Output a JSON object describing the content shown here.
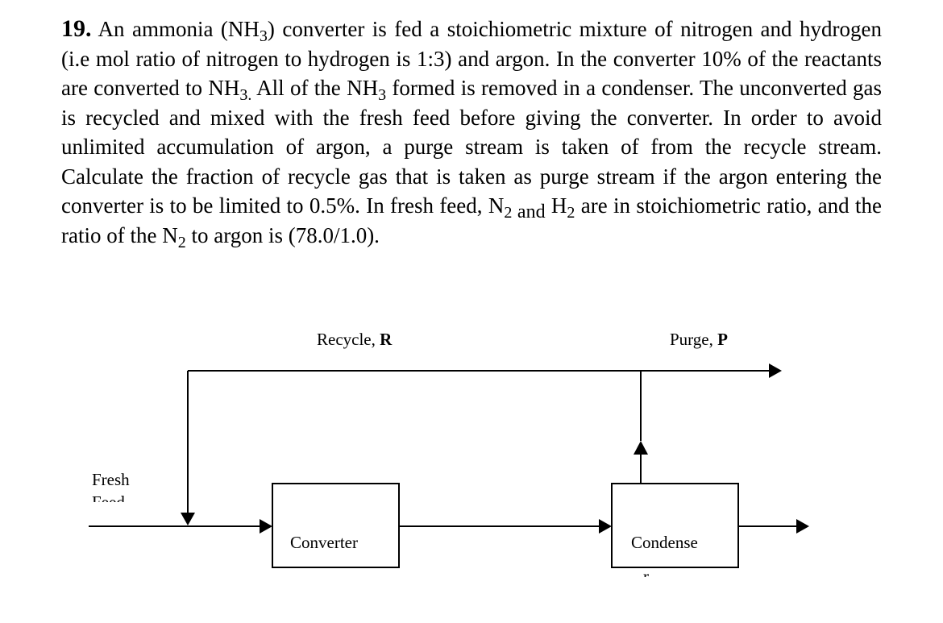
{
  "problem": {
    "number": "19.",
    "t1": " An ammonia (NH",
    "t1_sub": "3",
    "t2": ") converter is fed a stoichiometric mixture of nitrogen and hydrogen (i.e mol ratio of nitrogen to hydrogen is 1:3) and argon. In the converter 10% of the reactants are converted to NH",
    "t2_sub": "3.",
    "t3": " All of the NH",
    "t3_sub": "3",
    "t4": " formed is removed in a condenser. The unconverted gas is recycled and mixed with the fresh feed before giving the converter. In order to avoid unlimited accumulation of argon, a purge stream is taken of from the recycle stream. Calculate the fraction of recycle gas that is taken as purge stream if the argon entering the converter is to be limited to 0.5%. In fresh feed, N",
    "t4_sub": "2",
    "t5_and": " and",
    "t5": " H",
    "t5_sub": "2",
    "t6": " are in stoichiometric ratio, and the ratio of the N",
    "t6_sub": "2",
    "t7": " to argon is (78.0/1.0)."
  },
  "diagram": {
    "recycle_label": "Recycle, ",
    "recycle_symbol": "R",
    "purge_label": "Purge, ",
    "purge_symbol": "P",
    "fresh_label_line1": "Fresh",
    "fresh_label_line2": "Feed",
    "converter_label": "Converter",
    "condenser_label": "Condense",
    "condenser_clipped": "r"
  }
}
